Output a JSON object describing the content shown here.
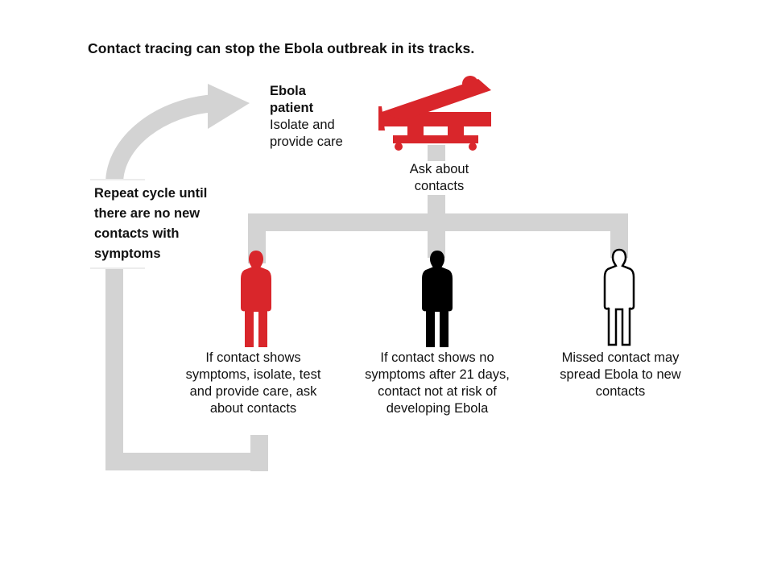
{
  "title": "Contact tracing can stop the Ebola outbreak in its tracks.",
  "patient": {
    "name": "Ebola patient",
    "description": "Isolate and provide care"
  },
  "ask_contacts": "Ask about contacts",
  "repeat_cycle": "Repeat cycle until there are no new contacts with symptoms",
  "contacts": [
    {
      "figure": "red-person-icon",
      "color": "#d9262b",
      "caption": "If contact shows symptoms, isolate, test and provide care, ask about contacts"
    },
    {
      "figure": "black-person-icon",
      "color": "#000000",
      "caption": "If contact shows no symptoms after 21 days, contact not at risk of developing Ebola"
    },
    {
      "figure": "outline-person-icon",
      "color": "#ffffff",
      "caption": "Missed contact may spread Ebola to new contacts"
    }
  ],
  "colors": {
    "accent_red": "#d9262b",
    "connector_gray": "#d3d3d3",
    "text": "#111111"
  }
}
